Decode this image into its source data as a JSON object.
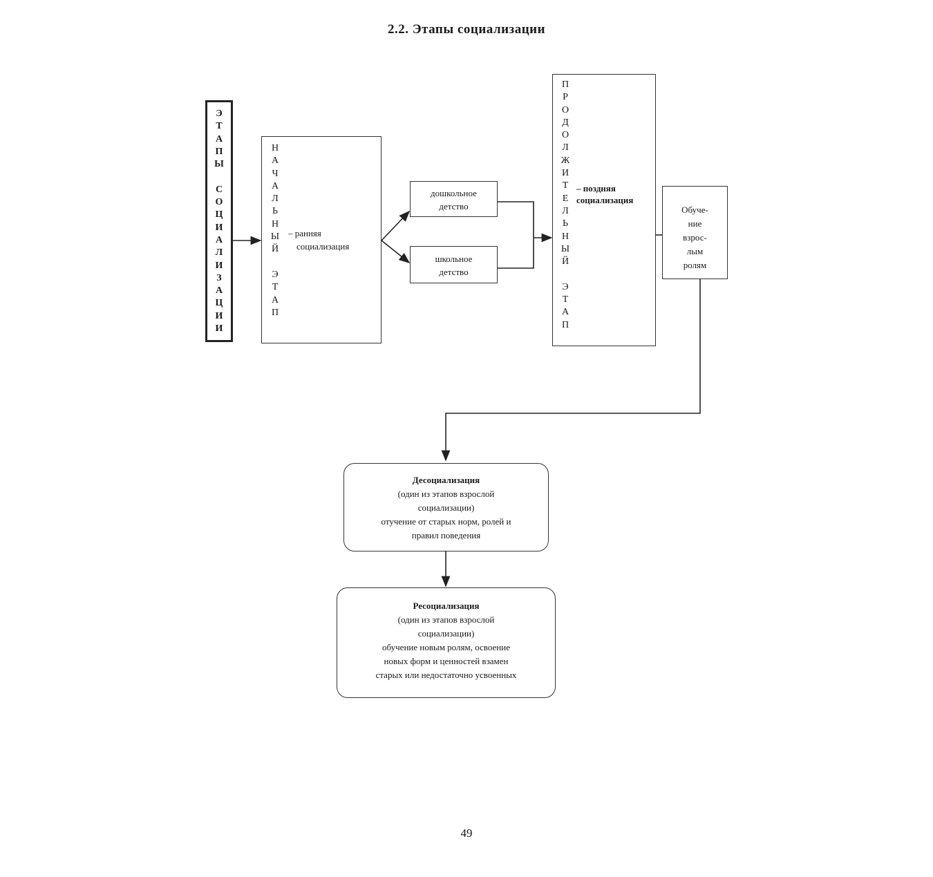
{
  "title": "2.2. Этапы социализации",
  "stages_root": {
    "letters": [
      "Э",
      "Т",
      "А",
      "П",
      "Ы",
      "",
      "С",
      "О",
      "Ц",
      "И",
      "А",
      "Л",
      "И",
      "З",
      "А",
      "Ц",
      "И",
      "И"
    ]
  },
  "initial_stage": {
    "letters": [
      "Н",
      "А",
      "Ч",
      "А",
      "Л",
      "Ь",
      "Н",
      "Ы",
      "Й",
      "",
      "Э",
      "Т",
      "А",
      "П"
    ],
    "note_lines": [
      "– ранняя",
      "социализация"
    ]
  },
  "preschool": {
    "lines": [
      "дошкольное",
      "детство"
    ]
  },
  "school": {
    "lines": [
      "школьное",
      "детство"
    ]
  },
  "continuing_stage": {
    "letters": [
      "П",
      "Р",
      "О",
      "Д",
      "О",
      "Л",
      "Ж",
      "И",
      "Т",
      "Е",
      "Л",
      "Ь",
      "Н",
      "Ы",
      "Й",
      "",
      "Э",
      "Т",
      "А",
      "П"
    ],
    "note_lines": [
      "– поздняя",
      "социализация"
    ]
  },
  "adult_roles": {
    "lines": [
      "Обуче-",
      "ние",
      "взрос-",
      "лым",
      "ролям"
    ]
  },
  "desocialization": {
    "heading": "Десоциализация",
    "lines": [
      "(один из этапов взрослой",
      "социализации)",
      "отучение от старых норм, ролей и",
      "правил поведения"
    ]
  },
  "resocialization": {
    "heading": "Ресоциализация",
    "lines": [
      "(один из этапов взрослой",
      "социализации)",
      "обучение новым ролям, освоение",
      "новых форм и ценностей взамен",
      "старых или недостаточно усвоенных"
    ]
  },
  "page_number": "49"
}
